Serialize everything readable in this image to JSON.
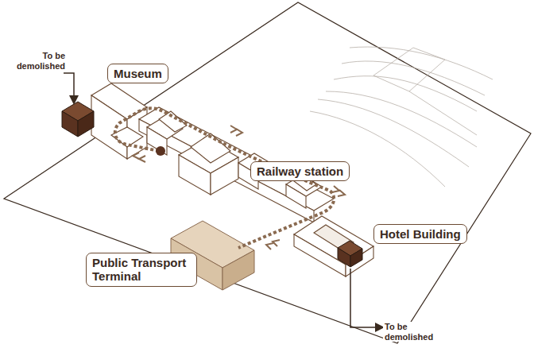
{
  "diagram": {
    "nodes": [
      {
        "text": [
          "Museum"
        ]
      },
      {
        "text": [
          "Railway station"
        ]
      },
      {
        "text": [
          "Hotel Building"
        ]
      },
      {
        "text": [
          "Public Transport Terminal"
        ]
      }
    ],
    "labels": [
      "To be demolished",
      "To be demolished"
    ]
  }
}
